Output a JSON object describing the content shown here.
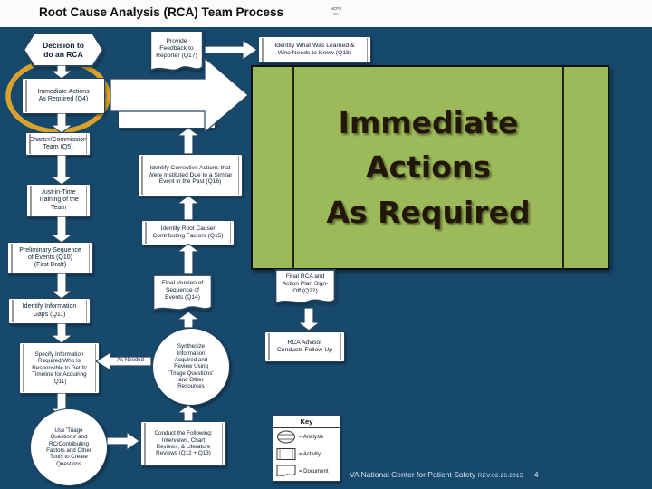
{
  "slide": {
    "title": "Root Cause Analysis (RCA) Team Process",
    "corner_mark": {
      "line1": "NCPS",
      "line2": "VA"
    },
    "footer": {
      "org": "VA National Center for Patient Safety",
      "rev": "REV.02.26.2015",
      "page": "4"
    },
    "colors": {
      "background": "#17496D",
      "highlight_green": "#9CBA59",
      "arrow_gold": "#F5A81C",
      "ellipse_gold": "#D9A22B"
    }
  },
  "overlay": {
    "line1": "Immediate",
    "line2": "Actions",
    "line3": "As Required"
  },
  "nodes": {
    "decision": "Decision to\ndo an RCA",
    "immediate_actions": "Immediate Actions\nAs Required (Q4)",
    "charter_team": "Charter/Commission\nTeam (Q5)",
    "jit_training": "Just-in-Time\nTraining of the\nTeam",
    "prelim_sequence": "Preliminary Sequence\nof Events (Q10)\n(First Draft)",
    "info_gaps": "Identify Information\nGaps (Q11)",
    "specify_info": "Specify Information\nRequired/Who Is\nResponsible to Get It/\nTimeline for Acquiring\n(Q11)",
    "triage_questions": "Use 'Triage\nQuestions' and\nRC/Contributing\nFactors and Other\nTools to Create\nQuestions",
    "provide_feedback": "Provide\nFeedback to\nReporter (Q17)",
    "what_was_learned": "Identify What Was Learned &\nWho Needs to Know (Q18)",
    "corrective_actions": "Identify Corrective Actions that\nWere Instituted Due to a Similar\nEvent in the Past (Q16)",
    "root_cause": "Identify Root Cause/\nContributing Factors (Q15)",
    "final_sequence": "Final Version of\nSequence of\nEvents (Q14)",
    "synthesize": "Synthesize\nInformation\nAcquired and\nReview Using\n'Triage Questions'\nand Other\nResources",
    "as_needed": "As Needed",
    "fact_finding": "Conduct the Following:\nInterviews, Chart\nReviews, & Literature\nReviews (Q12 + Q13)",
    "sign_off": "Final RCA and\nAction Plan Sign-\nOff (Q22)",
    "follow_up": "RCA Advisor\nConducts Follow-Up"
  },
  "key": {
    "title": "Key",
    "items": [
      {
        "symbol": "analysis-ellipse",
        "label": "= Analysis"
      },
      {
        "symbol": "activity-rect",
        "label": "= Activity"
      },
      {
        "symbol": "document-shape",
        "label": "= Document"
      }
    ]
  }
}
